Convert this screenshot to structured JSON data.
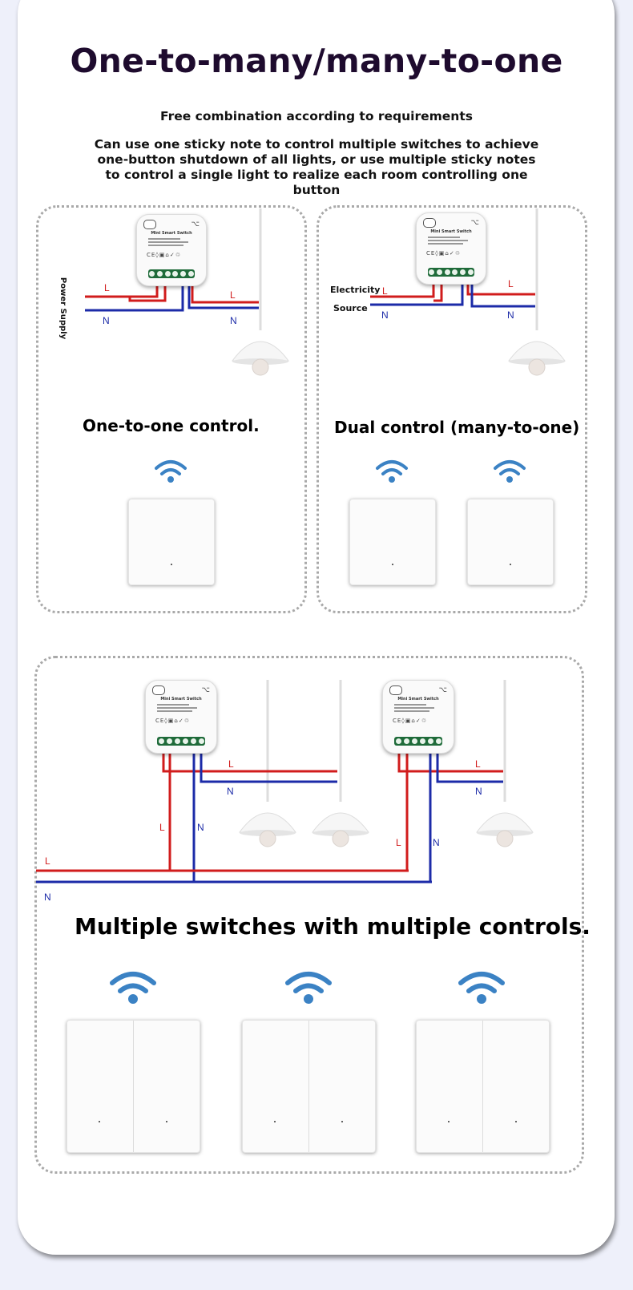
{
  "header": {
    "title": "One-to-many/many-to-one",
    "subtitle": "Free combination according to requirements",
    "description": "Can use one sticky note to control multiple switches to achieve one-button shutdown of all lights, or use multiple sticky notes to control a single light to realize each room controlling one button"
  },
  "panels": {
    "one_to_one": {
      "title": "One-to-one control.",
      "side_label": "Power Supply"
    },
    "dual": {
      "title": "Dual control (many-to-one)",
      "side_label_1": "Electricity",
      "side_label_2": "Source"
    },
    "multi": {
      "title": "Multiple switches with multiple controls."
    }
  },
  "wire_labels": {
    "live": "L",
    "neutral": "N"
  },
  "module": {
    "label": "Mini Smart Switch"
  },
  "colors": {
    "live": "#d11c1c",
    "neutral": "#1c2ba8",
    "wifi": "#3b82c4",
    "title": "#1e0b2e"
  }
}
